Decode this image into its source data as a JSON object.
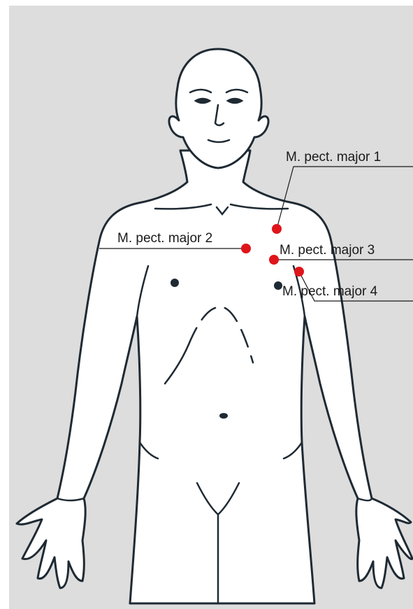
{
  "labels": {
    "point_1": "M. pect. major 1",
    "point_2": "M. pect. major 2",
    "point_3": "M. pect. major 3",
    "point_4": "M. pect. major 4"
  },
  "colors": {
    "background": "#dddddd",
    "outline": "#1f2a33",
    "marker": "#e0141b"
  }
}
